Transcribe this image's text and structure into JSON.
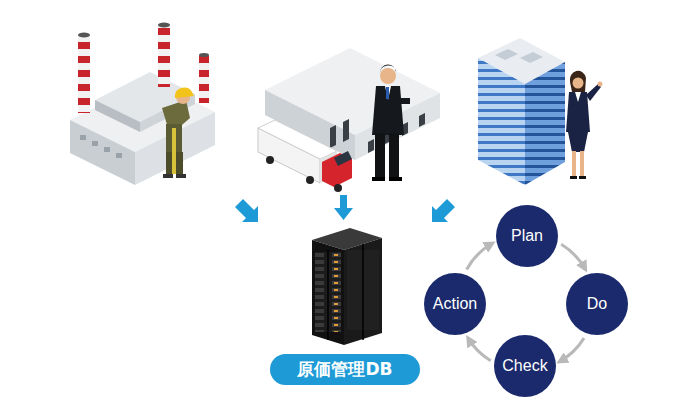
{
  "diagram": {
    "nodes": [
      {
        "text": [
          "原価管理DB"
        ]
      },
      {
        "text": [
          "Plan"
        ]
      },
      {
        "text": [
          "Action"
        ]
      },
      {
        "text": [
          "Do"
        ]
      },
      {
        "text": [
          "Check"
        ]
      }
    ],
    "edges": [
      {
        "from": 1,
        "to": 3,
        "arrow": "to"
      },
      {
        "from": 3,
        "to": 4,
        "arrow": "to"
      },
      {
        "from": 4,
        "to": 2,
        "arrow": "to"
      },
      {
        "from": 2,
        "to": 1,
        "arrow": "to"
      }
    ]
  }
}
